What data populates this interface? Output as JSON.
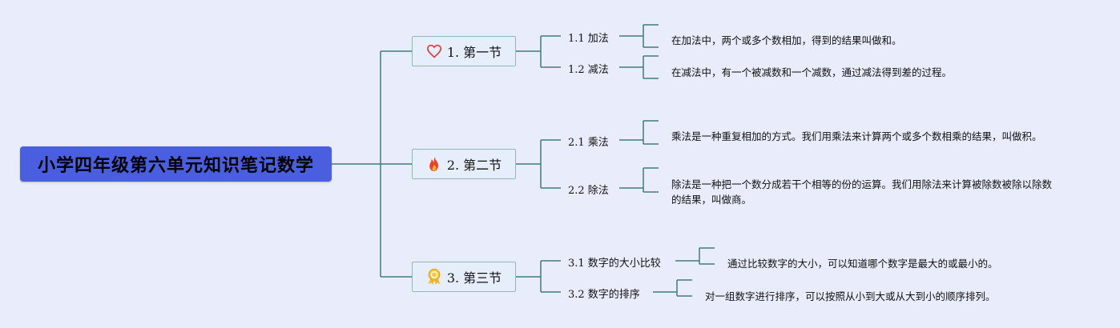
{
  "root": {
    "title": "小学四年级第六单元知识笔记数学"
  },
  "sections": [
    {
      "label": "1. 第一节",
      "icon": "heart-icon",
      "items": [
        {
          "label": "1.1 加法",
          "note": "在加法中，两个或多个数相加，得到的结果叫做和。"
        },
        {
          "label": "1.2 减法",
          "note": "在减法中，有一个被减数和一个减数，通过减法得到差的过程。"
        }
      ]
    },
    {
      "label": "2. 第二节",
      "icon": "fire-icon",
      "items": [
        {
          "label": "2.1 乘法",
          "note": "乘法是一种重复相加的方式。我们用乘法来计算两个或多个数相乘的结果，叫做积。"
        },
        {
          "label": "2.2 除法",
          "note": "除法是一种把一个数分成若干个相等的份的运算。我们用除法来计算被除数被除以除数的结果，叫做商。"
        }
      ]
    },
    {
      "label": "3. 第三节",
      "icon": "award-ribbon-icon",
      "items": [
        {
          "label": "3.1 数字的大小比较",
          "note": "通过比较数字的大小，可以知道哪个数字是最大的或最小的。"
        },
        {
          "label": "3.2 数字的排序",
          "note": "对一组数字进行排序，可以按照从小到大或从大到小的顺序排列。"
        }
      ]
    }
  ],
  "colors": {
    "background": "#e9edfb",
    "root_fill": "#4a5fe0",
    "connector": "#3e7d78",
    "section_border": "#93b7b2",
    "section_fill": "#e6eefc"
  }
}
